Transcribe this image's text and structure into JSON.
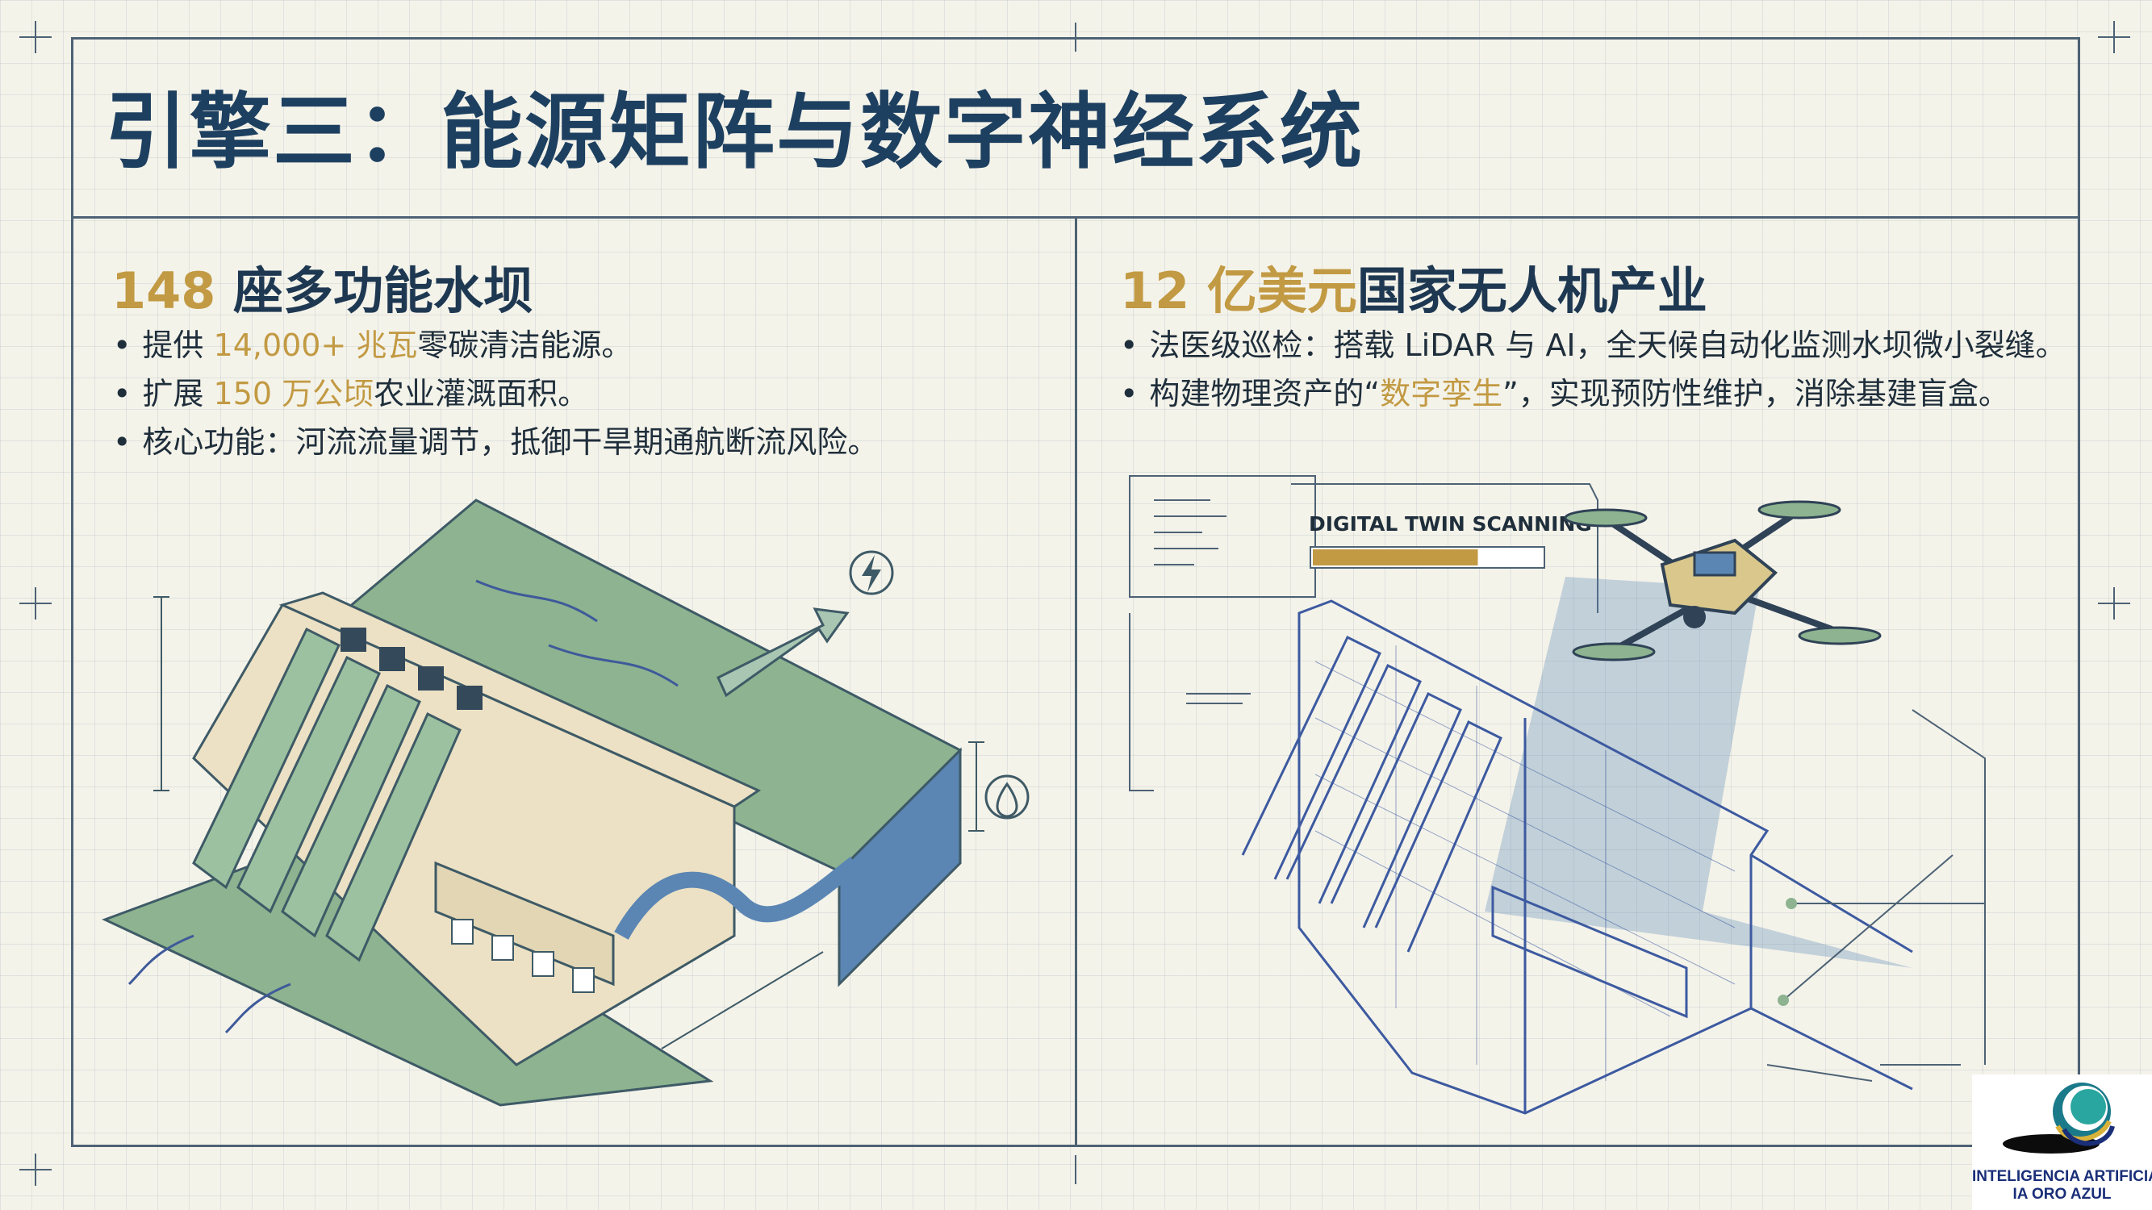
{
  "title": "引擎三：能源矩阵与数字神经系统",
  "left": {
    "heading_highlight": "148",
    "heading_rest": " 座多功能水坝",
    "bullets": [
      {
        "pre": "提供 ",
        "highlight": "14,000+ 兆瓦",
        "post": "零碳清洁能源。"
      },
      {
        "pre": "扩展 ",
        "highlight": "150 万公顷",
        "post": "农业灌溉面积。"
      },
      {
        "pre": "核心功能：河流流量调节，抵御干旱期通航断流风险。",
        "highlight": "",
        "post": ""
      }
    ],
    "icons": {
      "power": "lightning-icon",
      "water": "water-drop-icon"
    }
  },
  "right": {
    "heading_highlight": "12 亿美元",
    "heading_rest": "国家无人机产业",
    "bullets": [
      {
        "pre": "法医级巡检：搭载 LiDAR 与 AI，全天候自动化监测水坝微小裂缝。",
        "highlight": "",
        "post": ""
      },
      {
        "pre": "构建物理资产的“",
        "highlight": "数字孪生",
        "post": "”，实现预防性维护，消除基建盲盒。"
      }
    ],
    "scan_panel": {
      "label": "DIGITAL TWIN SCANNING",
      "progress": 0.72
    },
    "icons": {
      "drone": "drone-icon"
    }
  },
  "logo": {
    "line1": "INTELIGENCIA ARTIFICIAL",
    "line2": "IA ORO AZUL"
  },
  "colors": {
    "title": "#1e4060",
    "accent_gold": "#c29a43",
    "line": "#4d6275",
    "water_green": "#8db390",
    "water_blue": "#5b86b4",
    "concrete": "#ece1c4",
    "wireframe": "#3d5aa0",
    "logo_blue": "#1a2f78"
  }
}
